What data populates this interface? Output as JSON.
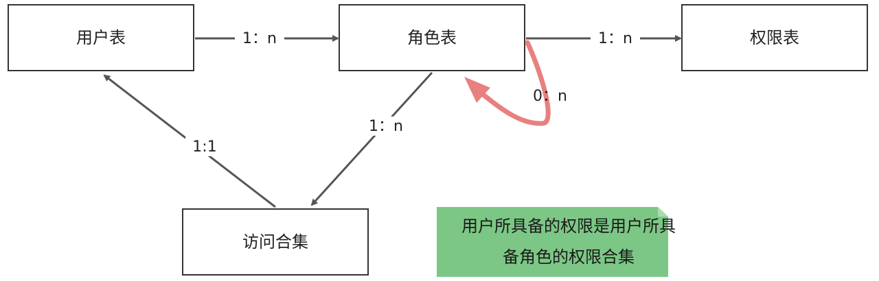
{
  "nodes": {
    "user_table": "用户表",
    "role_table": "角色表",
    "permission_table": "权限表",
    "access_set": "访问合集"
  },
  "edges": {
    "user_to_role": "1：n",
    "role_to_permission": "1：n",
    "role_self": "0：n",
    "role_to_access": "1：n",
    "access_to_user": "1:1"
  },
  "note": {
    "line1": "用户所具备的权限是用户所具",
    "line2": "备角色的权限合集"
  },
  "colors": {
    "self_loop": "#e88080",
    "note_fill": "#7cc785"
  }
}
